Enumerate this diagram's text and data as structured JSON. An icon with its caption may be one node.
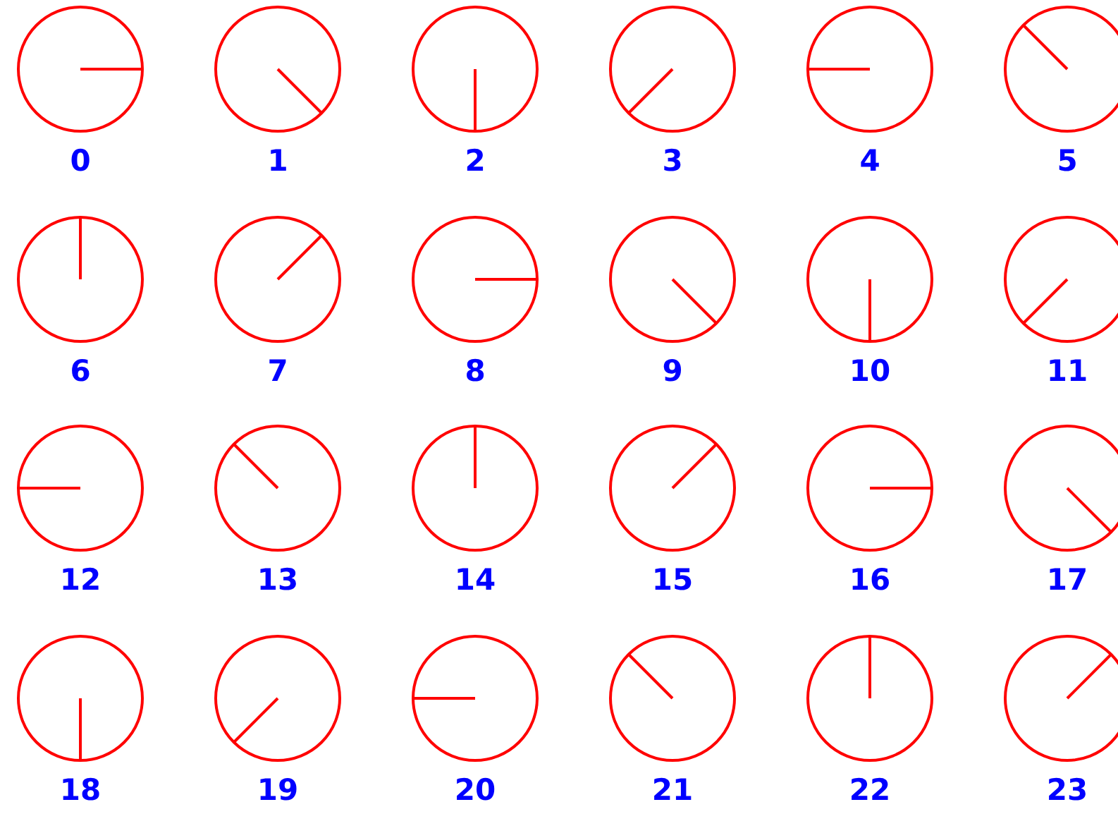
{
  "diagram": {
    "nodes": [
      {
        "text": [
          "0"
        ]
      },
      {
        "text": [
          "1"
        ]
      },
      {
        "text": [
          "2"
        ]
      },
      {
        "text": [
          "3"
        ]
      },
      {
        "text": [
          "4"
        ]
      },
      {
        "text": [
          "5"
        ]
      },
      {
        "text": [
          "6"
        ]
      },
      {
        "text": [
          "7"
        ]
      },
      {
        "text": [
          "8"
        ]
      },
      {
        "text": [
          "9"
        ]
      },
      {
        "text": [
          "10"
        ]
      },
      {
        "text": [
          "11"
        ]
      },
      {
        "text": [
          "12"
        ]
      },
      {
        "text": [
          "13"
        ]
      },
      {
        "text": [
          "14"
        ]
      },
      {
        "text": [
          "15"
        ]
      },
      {
        "text": [
          "16"
        ]
      },
      {
        "text": [
          "17"
        ]
      },
      {
        "text": [
          "18"
        ]
      },
      {
        "text": [
          "19"
        ]
      },
      {
        "text": [
          "20"
        ]
      },
      {
        "text": [
          "21"
        ]
      },
      {
        "text": [
          "22"
        ]
      },
      {
        "text": [
          "23"
        ]
      }
    ]
  }
}
